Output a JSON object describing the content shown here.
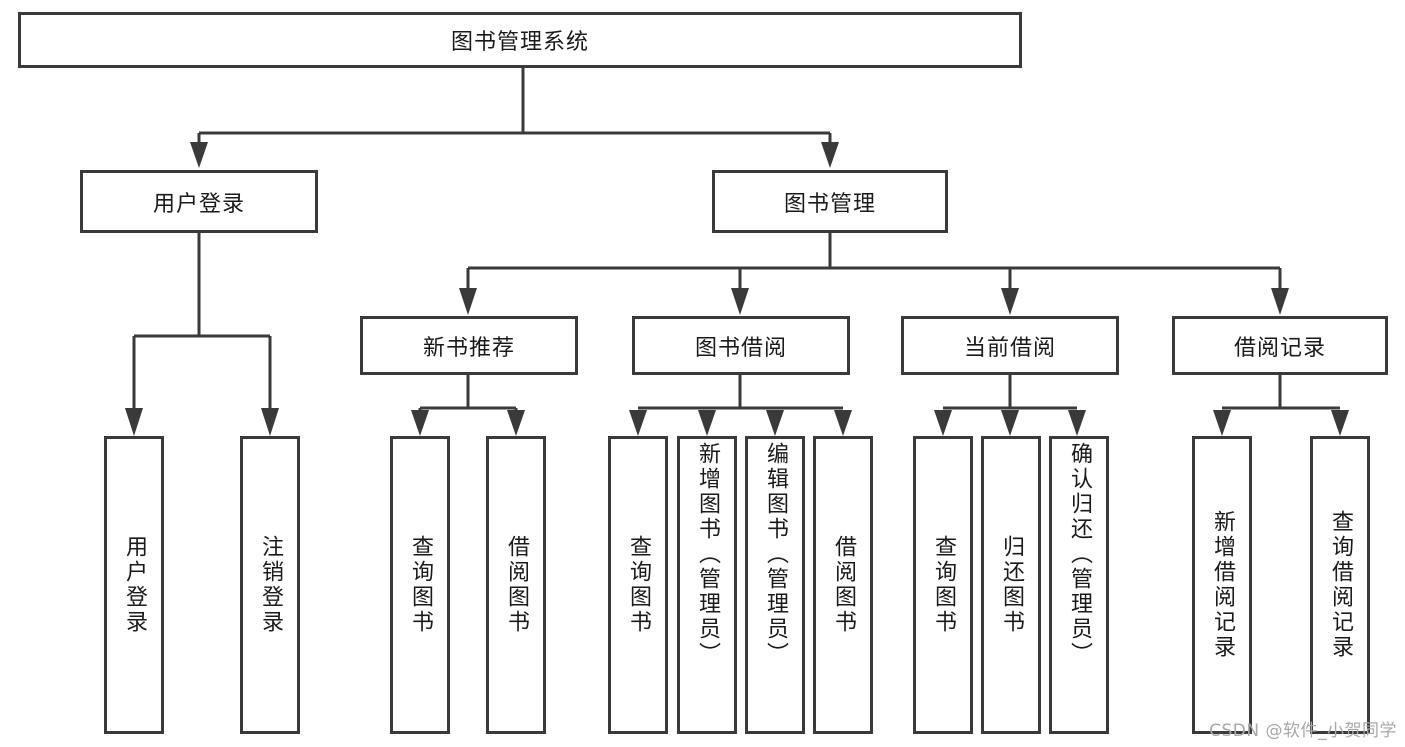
{
  "diagram": {
    "title": "图书管理系统",
    "watermark": "CSDN @软件_小贺同学",
    "colors": {
      "stroke": "#3a3a3a",
      "fill": "#ffffff",
      "text": "#1a1a1a",
      "watermark": "#a8a8a8"
    },
    "root": {
      "label": "图书管理系统"
    },
    "level2": [
      {
        "label": "用户登录"
      },
      {
        "label": "图书管理"
      }
    ],
    "level3": [
      {
        "label": "新书推荐"
      },
      {
        "label": "图书借阅"
      },
      {
        "label": "当前借阅"
      },
      {
        "label": "借阅记录"
      }
    ],
    "leaves": {
      "user_login": [
        {
          "label": "用户登录"
        },
        {
          "label": "注销登录"
        }
      ],
      "new_book_recommend": [
        {
          "label": "查询图书"
        },
        {
          "label": "借阅图书"
        }
      ],
      "book_borrow": [
        {
          "label": "查询图书"
        },
        {
          "label": "新增图书（管理员）"
        },
        {
          "label": "编辑图书（管理员）"
        },
        {
          "label": "借阅图书"
        }
      ],
      "current_borrow": [
        {
          "label": "查询图书"
        },
        {
          "label": "归还图书"
        },
        {
          "label": "确认归还（管理员）"
        }
      ],
      "borrow_records": [
        {
          "label": "新增借阅记录"
        },
        {
          "label": "查询借阅记录"
        }
      ]
    }
  }
}
